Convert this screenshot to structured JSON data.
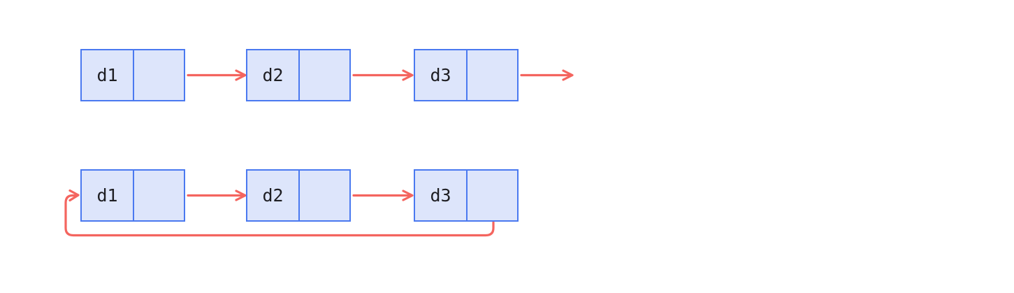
{
  "diagram": {
    "rows": [
      {
        "kind": "linked-list",
        "nodes": [
          {
            "label": "d1"
          },
          {
            "label": "d2"
          },
          {
            "label": "d3"
          }
        ]
      },
      {
        "kind": "circular-linked-list",
        "nodes": [
          {
            "label": "d1"
          },
          {
            "label": "d2"
          },
          {
            "label": "d3"
          }
        ]
      }
    ]
  },
  "colors": {
    "node_fill": "#dde5fb",
    "node_border": "#4a79f0",
    "arrow": "#f4655f",
    "label": "#1e1e23",
    "background": "#ffffff"
  }
}
